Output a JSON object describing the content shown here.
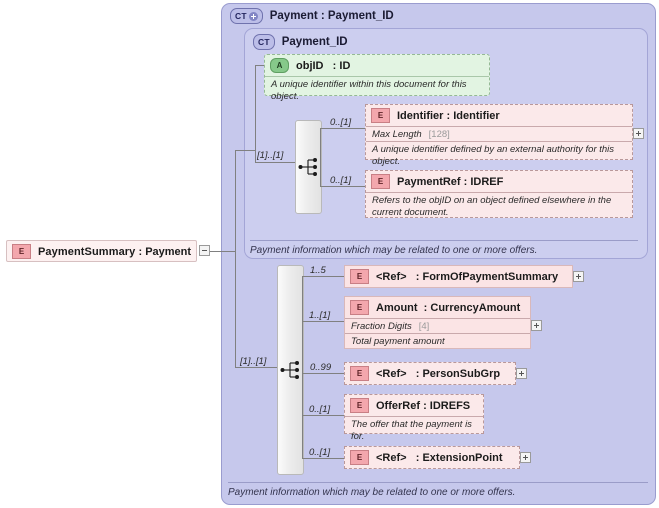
{
  "diagram": {
    "type": "xsd-schema-diagram",
    "root_element": {
      "icon": "element-icon",
      "badge": "E",
      "name": "PaymentSummary",
      "separator": ":",
      "type": "Payment",
      "toggle": "minus"
    },
    "outer_container": {
      "icon": "complextype-icon",
      "badge": "CT",
      "badge_plus": "+",
      "title": "Payment : Payment_ID",
      "footer": "Payment information which may be related to one or more offers."
    },
    "inner_container": {
      "icon": "complextype-icon",
      "badge": "CT",
      "title": "Payment_ID",
      "footer": "Payment information which may be related to one or more offers.",
      "sequence_cardinality": "[1]..[1]",
      "attribute": {
        "badge": "A",
        "name": "objID",
        "separator": ": ID",
        "description": "A unique identifier within this document for this object."
      },
      "children": [
        {
          "badge": "E",
          "cardinality": "0..[1]",
          "name": "Identifier",
          "separator": ": Identifier",
          "facet_label": "Max Length",
          "facet_value": "[128]",
          "description": "A unique identifier defined by an external authority for this object.",
          "toggle": "plus"
        },
        {
          "badge": "E",
          "cardinality": "0..[1]",
          "name": "PaymentRef",
          "separator": ": IDREF",
          "description": "Refers to the objID on an object defined elsewhere in the current document.",
          "toggle": null
        }
      ]
    },
    "lower_group": {
      "sequence_cardinality": "[1]..[1]",
      "children": [
        {
          "badge": "E",
          "cardinality": "1..5",
          "name": "<Ref>",
          "separator": ": FormOfPaymentSummary",
          "style": "solid",
          "toggle": "plus"
        },
        {
          "badge": "E",
          "cardinality": "1..[1]",
          "name": "Amount",
          "separator": ": CurrencyAmount",
          "facet_label": "Fraction Digits",
          "facet_value": "[4]",
          "description": "Total payment amount",
          "style": "solid",
          "toggle": "plus"
        },
        {
          "badge": "E",
          "cardinality": "0..99",
          "name": "<Ref>",
          "separator": ": PersonSubGrp",
          "style": "dashed",
          "toggle": "plus"
        },
        {
          "badge": "E",
          "cardinality": "0..[1]",
          "name": "OfferRef",
          "separator": ": IDREFS",
          "description": "The offer that the payment is for.",
          "style": "dashed",
          "toggle": null
        },
        {
          "badge": "E",
          "cardinality": "0..[1]",
          "name": "<Ref>",
          "separator": ": ExtensionPoint",
          "style": "dashed",
          "toggle": "plus"
        }
      ]
    },
    "colors": {
      "outer_bg": "#c6c8ec",
      "inner_bg": "#ccceef",
      "element_bg": "#fbe4e5",
      "element_badge": "#f3a7ad",
      "attribute_bg": "#e2f4e2",
      "attribute_badge": "#86c98a",
      "line": "#808080"
    }
  }
}
